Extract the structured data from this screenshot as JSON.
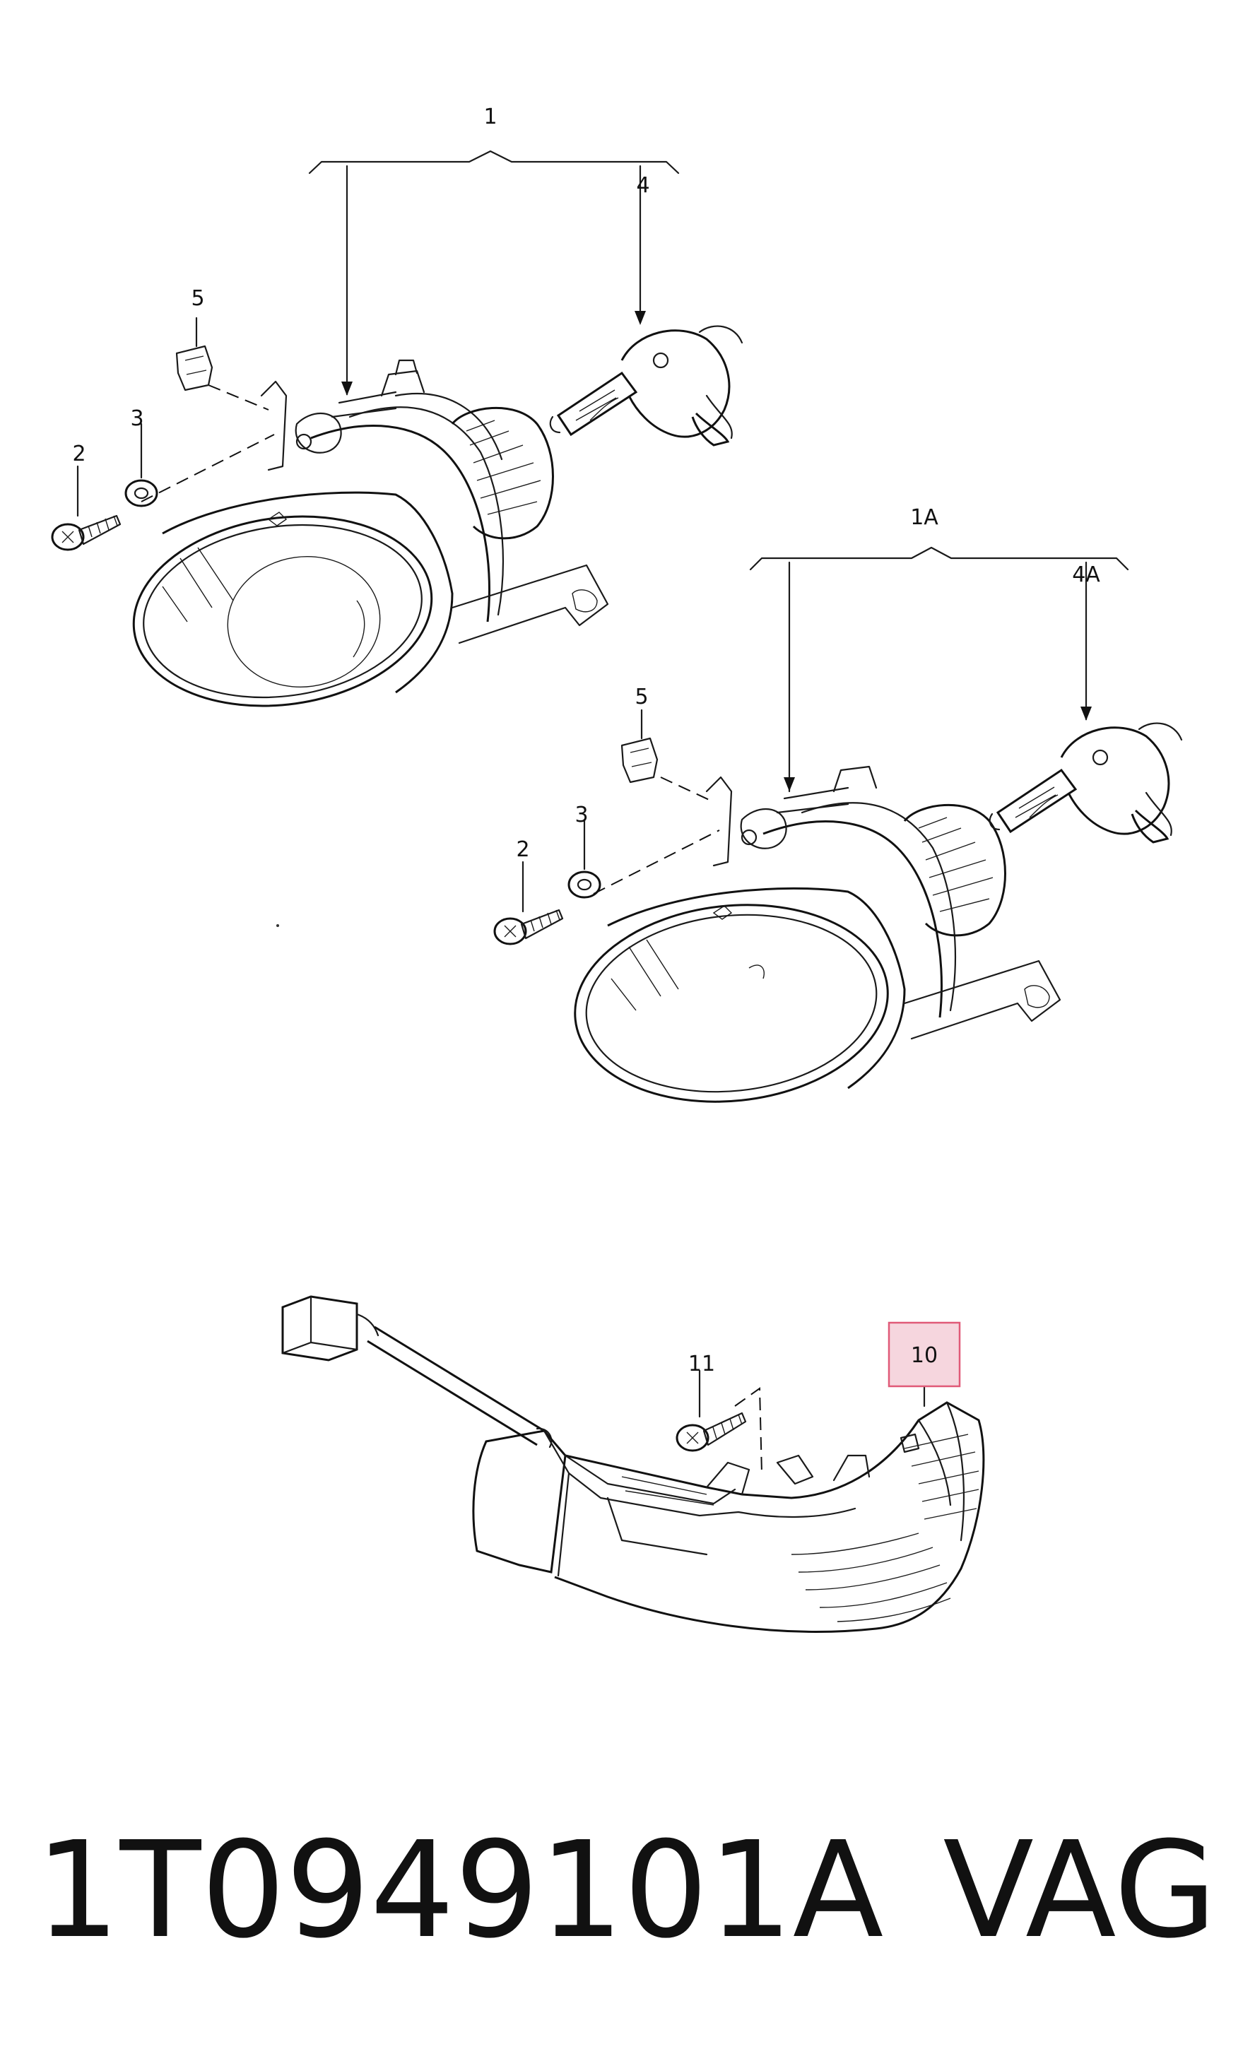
{
  "callouts": {
    "assembly_1": "1",
    "bulb_4": "4",
    "clip_5_top": "5",
    "washer_3_top": "3",
    "screw_2_top": "2",
    "assembly_1a": "1A",
    "bulb_4a": "4A",
    "clip_5_mid": "5",
    "washer_3_mid": "3",
    "screw_2_mid": "2",
    "screw_11": "11",
    "lamp_10": "10"
  },
  "highlight_color": "#e05a78",
  "highlight_fill": "#f6d6de",
  "footer": {
    "part_number": "1T0949101A",
    "brand": "VAG"
  }
}
